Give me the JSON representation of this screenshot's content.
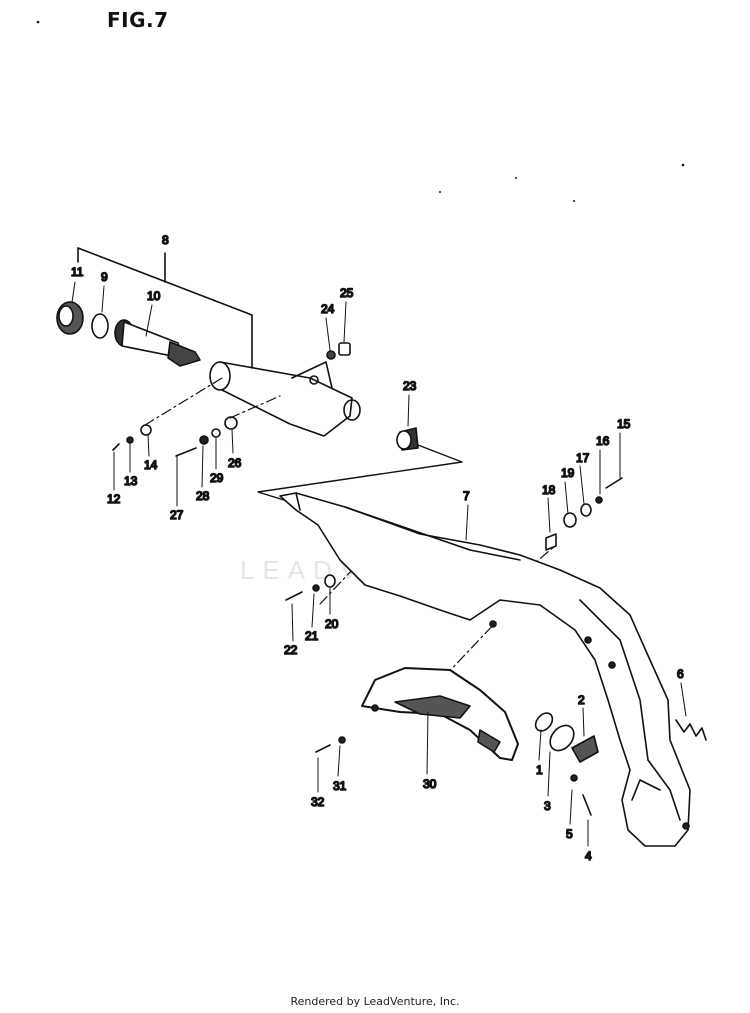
{
  "figure": {
    "title": "FIG.7"
  },
  "callouts": [
    "1",
    "2",
    "3",
    "4",
    "5",
    "6",
    "7",
    "8",
    "9",
    "10",
    "11",
    "12",
    "13",
    "14",
    "15",
    "16",
    "17",
    "18",
    "19",
    "20",
    "21",
    "22",
    "23",
    "24",
    "25",
    "26",
    "27",
    "28",
    "29",
    "30",
    "31",
    "32"
  ],
  "watermark": "LEADVENTURE",
  "footer": "Rendered by LeadVenture, Inc."
}
